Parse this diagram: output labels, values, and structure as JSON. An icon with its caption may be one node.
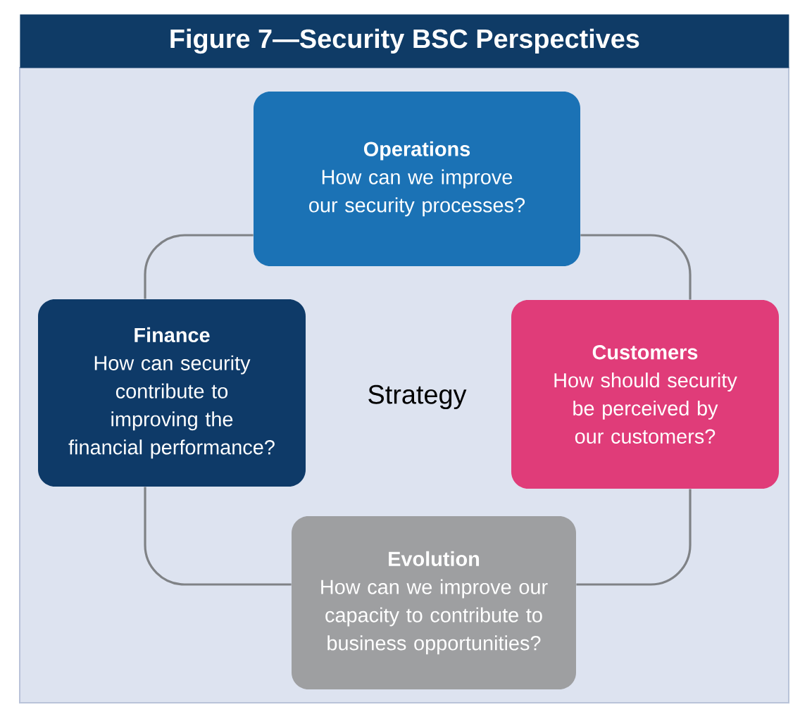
{
  "diagram": {
    "title": "Figure 7—Security BSC Perspectives",
    "nodes": [
      {
        "text": [
          "Operations",
          "How can we improve our security processes?"
        ]
      },
      {
        "text": [
          "Finance",
          "How can security contribute to improving the financial performance?"
        ]
      },
      {
        "text": [
          "Customers",
          "How should security be perceived by our customers?"
        ]
      },
      {
        "text": [
          "Evolution",
          "How can we improve our capacity to contribute to business opportunities?"
        ]
      }
    ],
    "edges": [
      {
        "from": 0,
        "to": 2,
        "arrow": "none"
      },
      {
        "from": 2,
        "to": 3,
        "arrow": "none"
      },
      {
        "from": 3,
        "to": 1,
        "arrow": "none"
      },
      {
        "from": 1,
        "to": 0,
        "arrow": "none"
      }
    ],
    "labels": [
      "Strategy"
    ]
  }
}
